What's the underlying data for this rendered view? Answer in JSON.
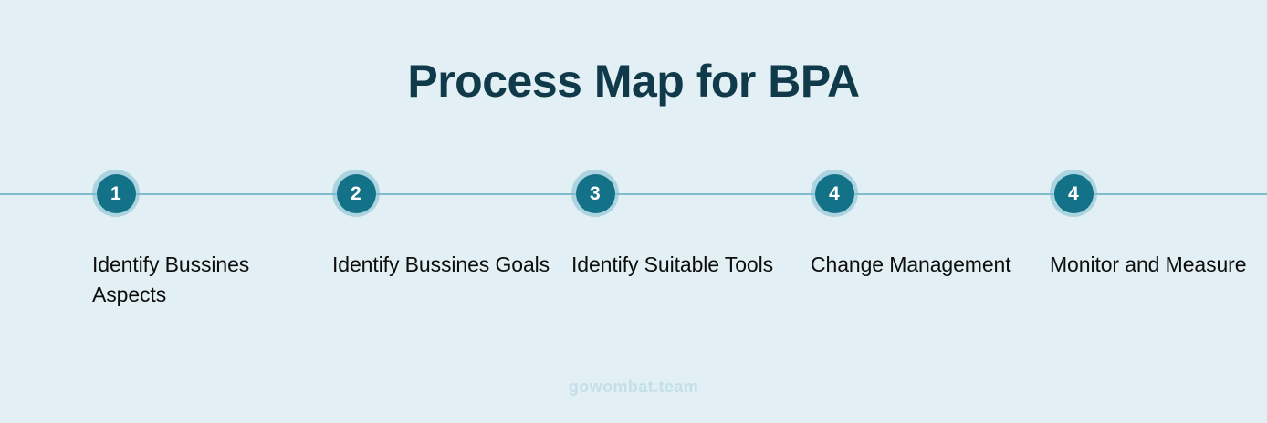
{
  "header": {
    "title": "Process Map for BPA"
  },
  "timeline": {
    "axis_color": "#7fbccd",
    "marker_ring_color": "#8fc4cf",
    "marker_fill_color": "#137287",
    "marker_number_color": "#ffffff",
    "steps": [
      {
        "number": "1",
        "label": "Identify Bussines Aspects"
      },
      {
        "number": "2",
        "label": "Identify Bussines Goals"
      },
      {
        "number": "3",
        "label": "Identify Suitable Tools"
      },
      {
        "number": "4",
        "label": "Change Management"
      },
      {
        "number": "4",
        "label": "Monitor and Measure"
      }
    ]
  },
  "footer": {
    "watermark": "gowombat.team"
  },
  "theme": {
    "background": "#e2f0f5",
    "title_color": "#103a49",
    "label_color": "#0d0d0d",
    "watermark_color": "#c3e0e8"
  }
}
